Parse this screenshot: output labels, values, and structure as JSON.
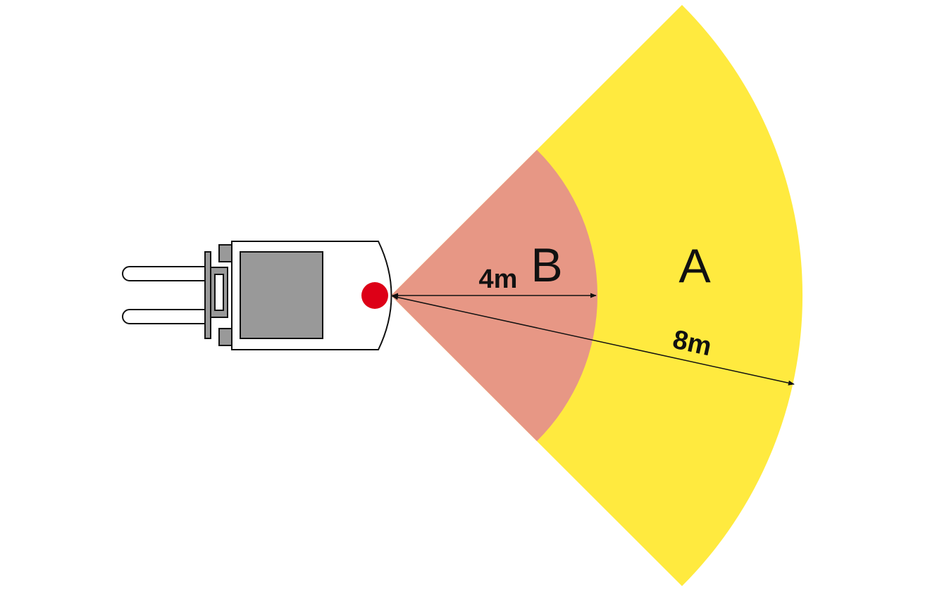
{
  "colors": {
    "zone_a": "#FFEA3F",
    "zone_b": "#E79785",
    "sensor": "#DD0017",
    "vehicle_body": "#FFFFFF",
    "vehicle_block": "#999999",
    "line": "#111111"
  },
  "zones": {
    "a_label": "A",
    "b_label": "B"
  },
  "dimensions": {
    "inner_radius_label": "4m",
    "outer_radius_label": "8m",
    "inner_radius": 4,
    "outer_radius": 8
  },
  "icons": {
    "vehicle": "forklift-top-view-icon",
    "sensor": "sensor-dot-icon"
  }
}
